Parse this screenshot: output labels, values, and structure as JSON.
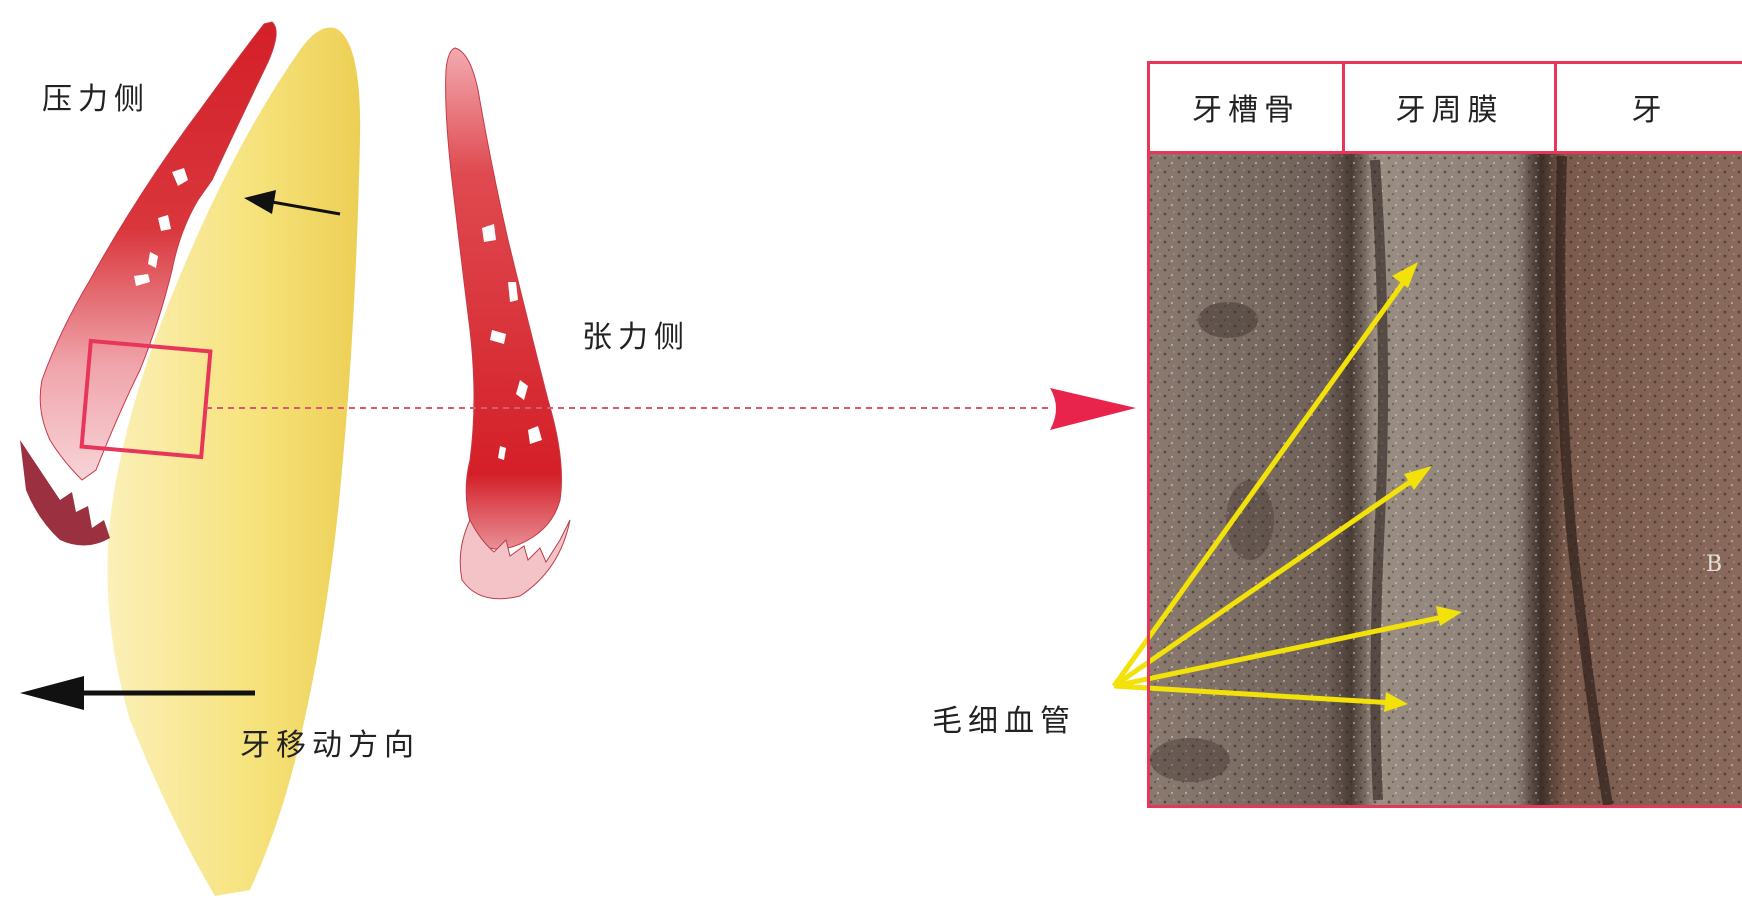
{
  "labels": {
    "pressure_side": "压力侧",
    "tension_side": "张力侧",
    "movement_direction": "牙移动方向",
    "capillaries": "毛细血管",
    "marker_b": "B"
  },
  "micrograph_headers": [
    "牙槽骨",
    "牙周膜",
    "牙"
  ],
  "colors": {
    "bone_red": "#d41f28",
    "bone_pale": "#f2aab0",
    "tooth_yellow": "#f6e27a",
    "frame_pink": "#e8365a",
    "capillary_arrow": "#f2e20a",
    "arrow_black": "#111111"
  }
}
